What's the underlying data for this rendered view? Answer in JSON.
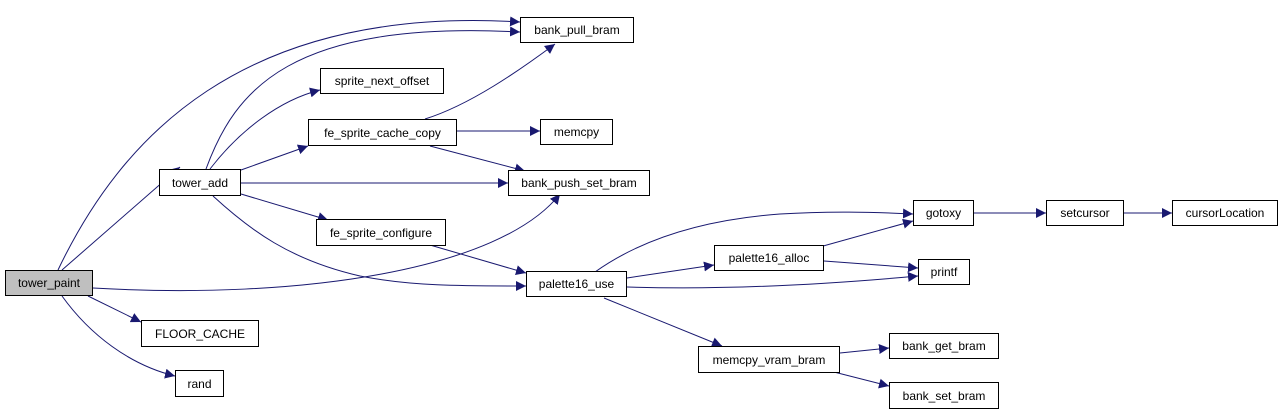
{
  "colors": {
    "edge": "#191970",
    "node_border": "#000000",
    "node_fill": "#ffffff",
    "root_fill": "#bfbfbf"
  },
  "nodes": {
    "tower_paint": "tower_paint",
    "tower_add": "tower_add",
    "bank_pull_bram": "bank_pull_bram",
    "sprite_next_offset": "sprite_next_offset",
    "fe_sprite_cache_copy": "fe_sprite_cache_copy",
    "memcpy": "memcpy",
    "bank_push_set_bram": "bank_push_set_bram",
    "fe_sprite_configure": "fe_sprite_configure",
    "palette16_use": "palette16_use",
    "palette16_alloc": "palette16_alloc",
    "gotoxy": "gotoxy",
    "setcursor": "setcursor",
    "cursorLocation": "cursorLocation",
    "printf": "printf",
    "memcpy_vram_bram": "memcpy_vram_bram",
    "bank_get_bram": "bank_get_bram",
    "bank_set_bram": "bank_set_bram",
    "FLOOR_CACHE": "FLOOR_CACHE",
    "rand": "rand"
  }
}
